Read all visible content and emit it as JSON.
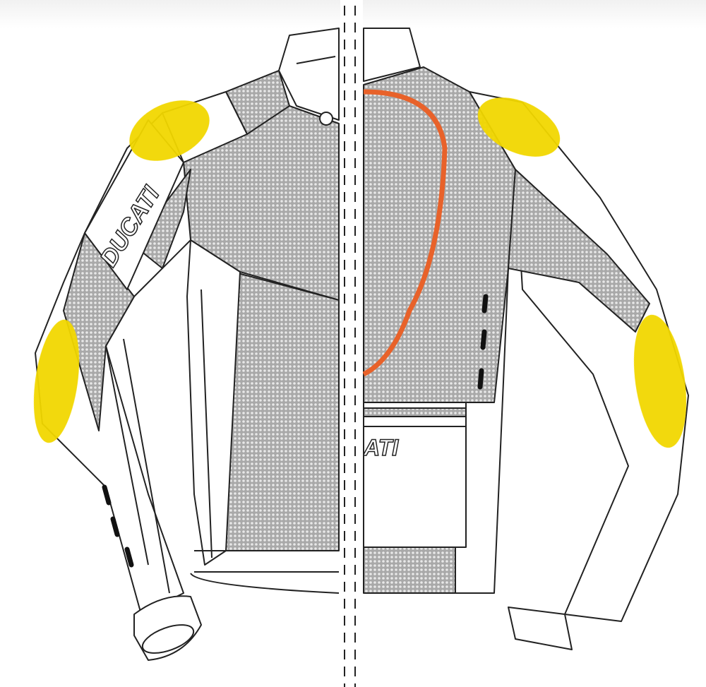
{
  "illustration": {
    "subject": "motorcycle jacket technical drawing (front half / back half split)",
    "logo_text_sleeve": "DUCATI",
    "logo_text_back": "ATI",
    "colors": {
      "outline": "#222222",
      "mesh_fill": "#b9b9b9",
      "armor_yellow": "#f2d700",
      "back_protector_orange": "#e8622a",
      "background": "#ffffff"
    },
    "callouts": {
      "shoulder_armor": "yellow shoulder protector",
      "elbow_armor": "yellow elbow protector",
      "back_protector": "orange back protector outline",
      "vents": "dashed ventilation zips"
    }
  }
}
